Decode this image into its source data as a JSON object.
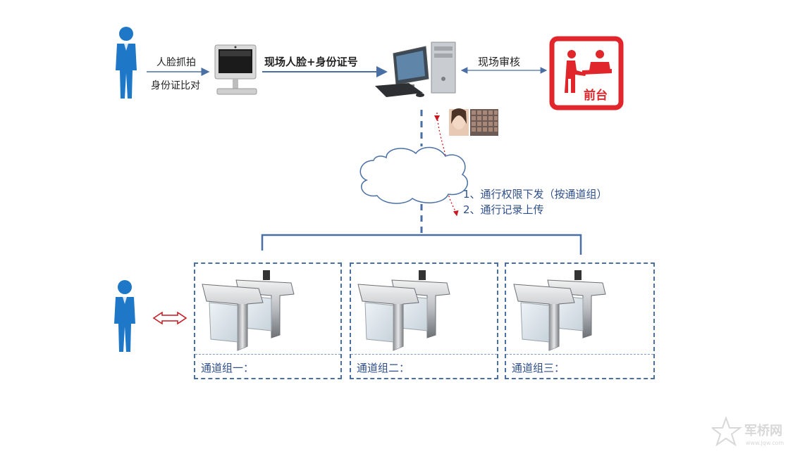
{
  "top": {
    "capture_label": "人脸抓拍",
    "compare_label": "身份证比对",
    "transfer_label": "现场人脸+身份证号",
    "review_label": "现场审核",
    "front_desk_label": "前台"
  },
  "network": {
    "note_1": "1、通行权限下发（按通道组）",
    "note_2": "2、通行记录上传"
  },
  "groups": [
    {
      "label": "通道组一："
    },
    {
      "label": "通道组二："
    },
    {
      "label": "通道组三："
    }
  ],
  "colors": {
    "person": "#1f77c8",
    "line": "#4a6fa5",
    "front_desk": "#e0262b",
    "dotted_red": "#c8171e"
  },
  "watermark": {
    "text": "军桥网",
    "sub": "www.jqw.com"
  }
}
